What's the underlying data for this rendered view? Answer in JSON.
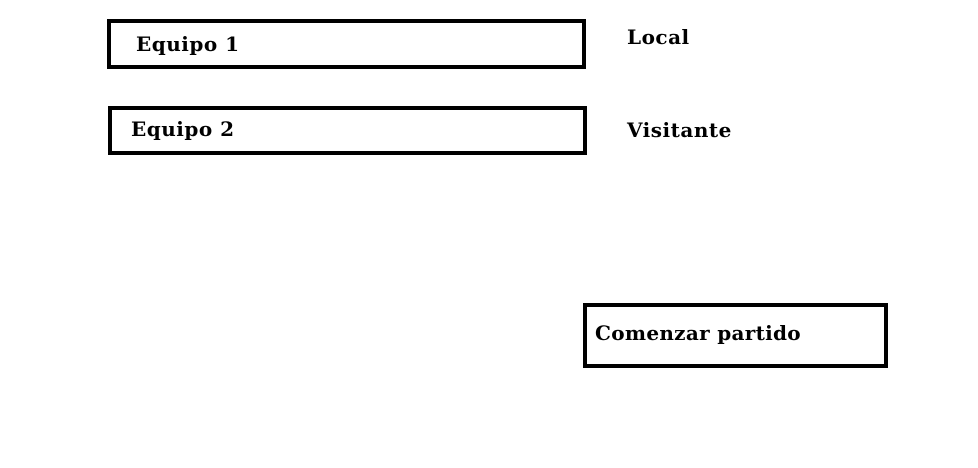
{
  "teams": {
    "home": {
      "name": "Equipo 1",
      "role_label": "Local"
    },
    "away": {
      "name": "Equipo 2",
      "role_label": "Visitante"
    }
  },
  "actions": {
    "start_match_label": "Comenzar partido"
  },
  "colors": {
    "border": "#000000",
    "background": "#ffffff",
    "text": "#000000"
  }
}
